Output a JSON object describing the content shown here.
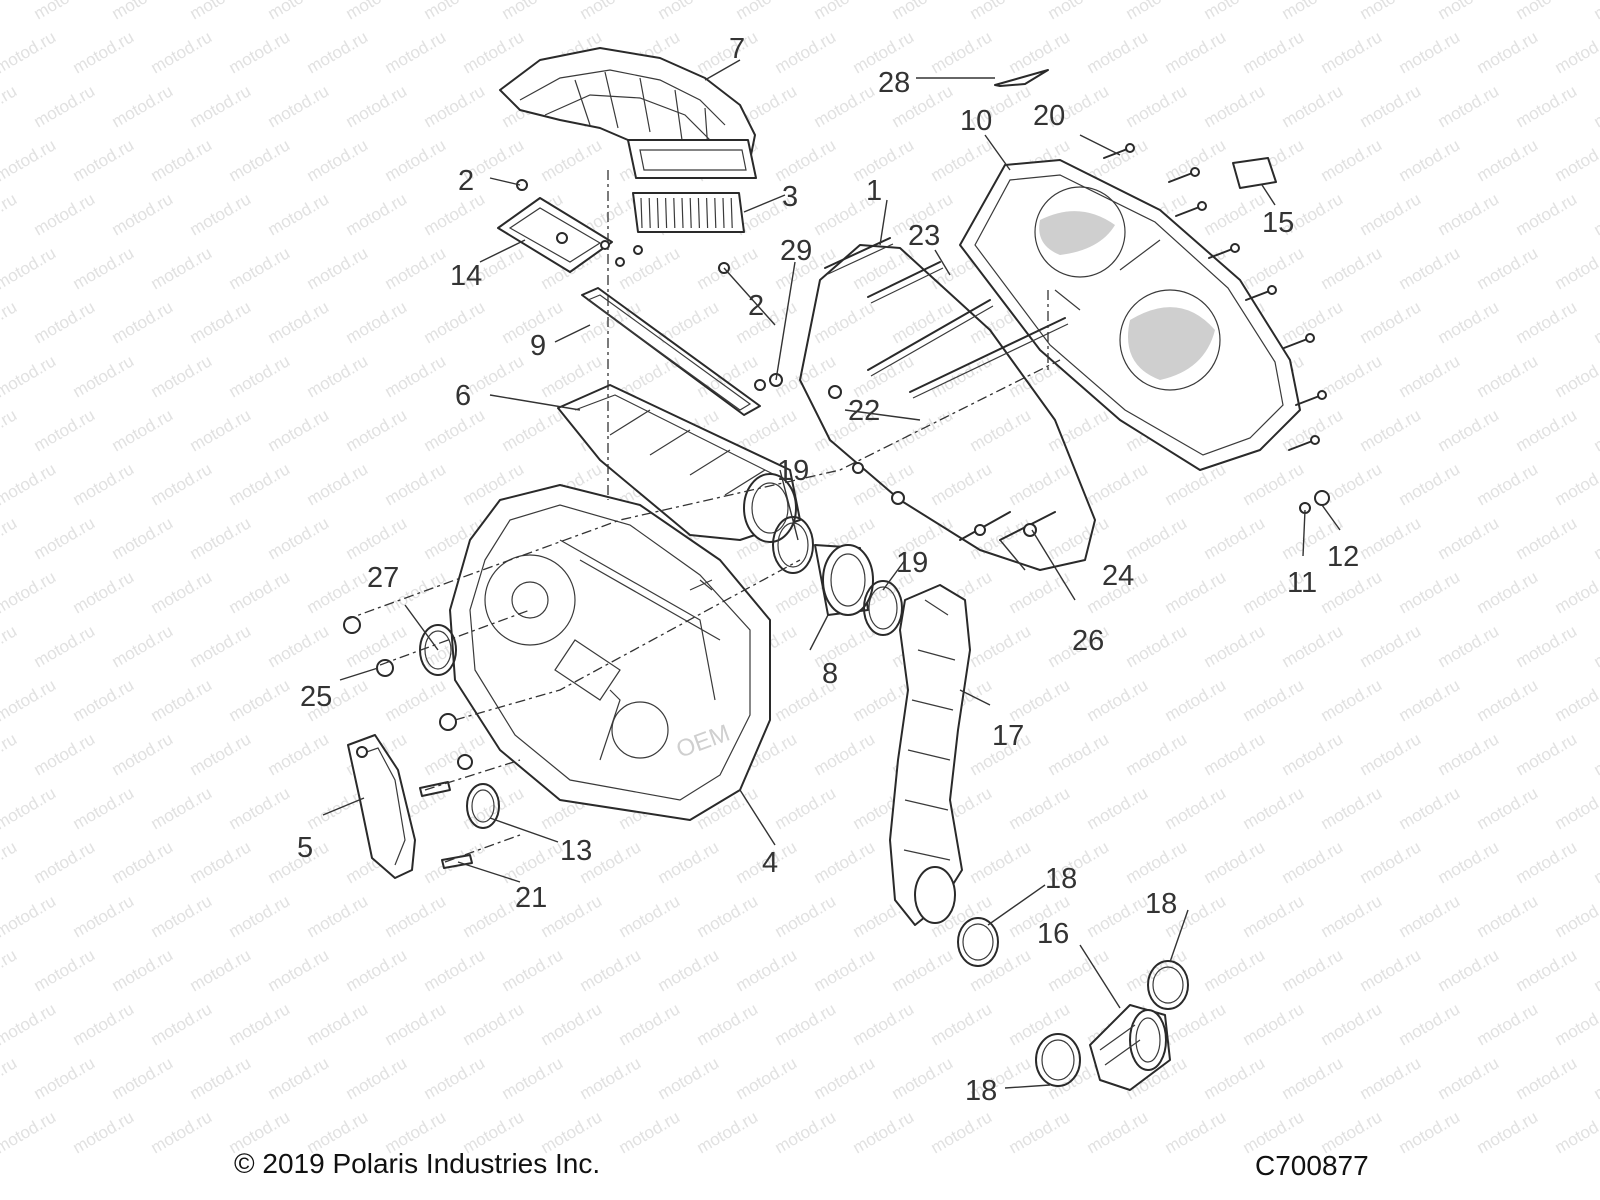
{
  "diagram": {
    "watermark_text": "motod.ru",
    "stamp_text": "OEM",
    "callouts": {
      "c1": "1",
      "c2a": "2",
      "c2b": "2",
      "c3": "3",
      "c4": "4",
      "c5": "5",
      "c6": "6",
      "c7": "7",
      "c8": "8",
      "c9": "9",
      "c10": "10",
      "c11": "11",
      "c12": "12",
      "c13": "13",
      "c14": "14",
      "c15": "15",
      "c16": "16",
      "c17": "17",
      "c18a": "18",
      "c18b": "18",
      "c18c": "18",
      "c19a": "19",
      "c19b": "19",
      "c20": "20",
      "c21": "21",
      "c22": "22",
      "c23": "23",
      "c24": "24",
      "c25": "25",
      "c26": "26",
      "c27": "27",
      "c28": "28",
      "c29": "29"
    }
  },
  "footer": {
    "copyright": "© 2019 Polaris Industries Inc.",
    "drawing_number": "C700877"
  }
}
